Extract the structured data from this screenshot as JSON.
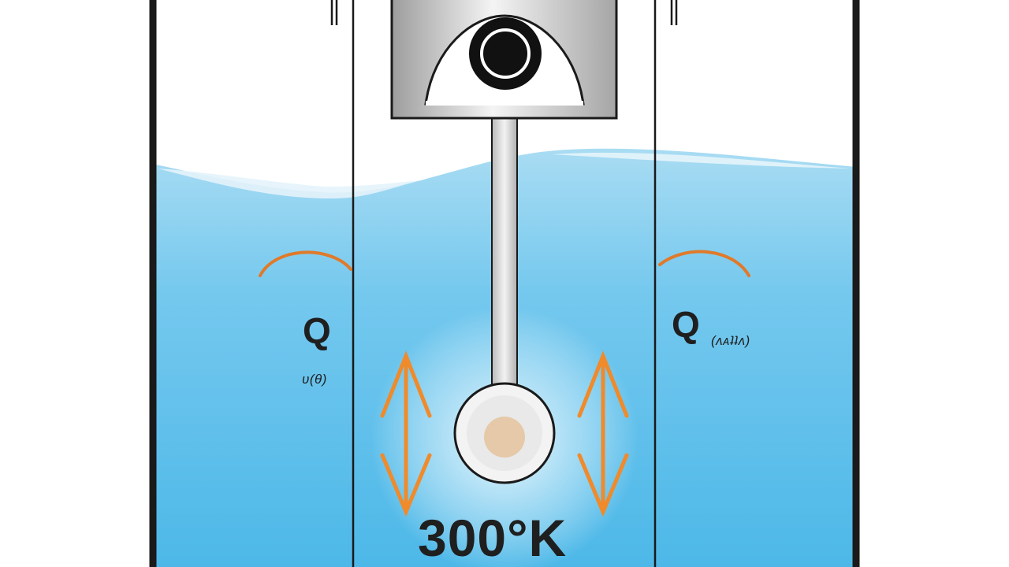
{
  "diagram": {
    "labels": {
      "left_heat": "Q",
      "left_heat_sub": "ʋ(θ)",
      "right_heat": "Q",
      "right_heat_sub": "(ʌᴀʇʇʌ)",
      "temperature": "300°K"
    },
    "colors": {
      "water": "#5cc0ea",
      "water_light": "#bfe4f6",
      "arrow": "#f08a2a",
      "outline": "#1a1a1a",
      "metal": "#cfcfcf"
    },
    "icons": {
      "heat_arrows": "up-down-arrow-icon",
      "heat_arcs": "arc-icon",
      "piston": "piston-icon"
    }
  }
}
